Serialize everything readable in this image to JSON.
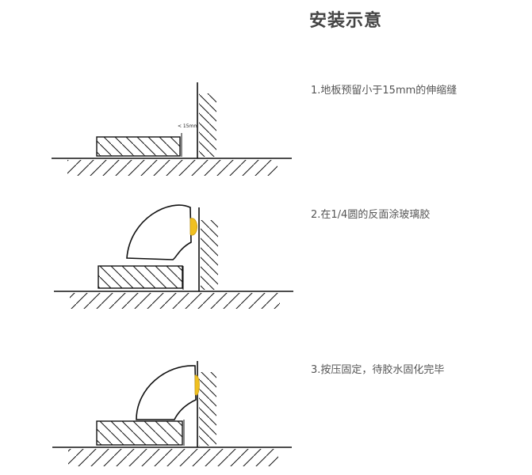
{
  "title": "安装示意",
  "steps": [
    {
      "label": "1.地板预留小于15mm的伸缩缝"
    },
    {
      "label": "2.在1/4圆的反面涂玻璃胶"
    },
    {
      "label": "3.按压固定，待胶水固化完毕"
    }
  ],
  "gap_label": "< 15mm",
  "colors": {
    "line": "#111111",
    "glue": "#f0c020",
    "glue_outline": "#c89a10"
  }
}
